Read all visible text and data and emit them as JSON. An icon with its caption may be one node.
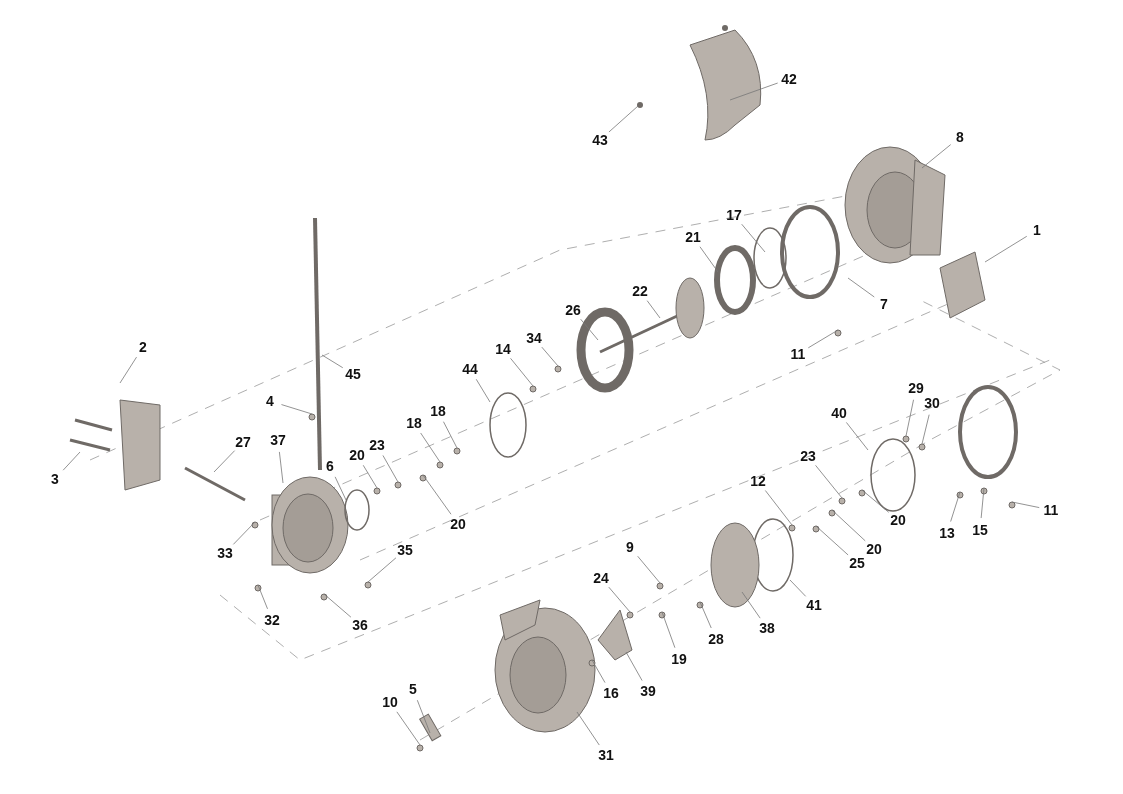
{
  "diagram": {
    "nodes": [
      {
        "text": [
          "42"
        ]
      },
      {
        "text": [
          "8"
        ]
      },
      {
        "text": [
          "43"
        ]
      },
      {
        "text": [
          "17"
        ]
      },
      {
        "text": [
          "1"
        ]
      },
      {
        "text": [
          "21"
        ]
      },
      {
        "text": [
          "22"
        ]
      },
      {
        "text": [
          "7"
        ]
      },
      {
        "text": [
          "26"
        ]
      },
      {
        "text": [
          "34"
        ]
      },
      {
        "text": [
          "2"
        ]
      },
      {
        "text": [
          "14"
        ]
      },
      {
        "text": [
          "11"
        ]
      },
      {
        "text": [
          "44"
        ]
      },
      {
        "text": [
          "45"
        ]
      },
      {
        "text": [
          "29"
        ]
      },
      {
        "text": [
          "4"
        ]
      },
      {
        "text": [
          "30"
        ]
      },
      {
        "text": [
          "18"
        ]
      },
      {
        "text": [
          "40"
        ]
      },
      {
        "text": [
          "18"
        ]
      },
      {
        "text": [
          "37"
        ]
      },
      {
        "text": [
          "27"
        ]
      },
      {
        "text": [
          "23"
        ]
      },
      {
        "text": [
          "20"
        ]
      },
      {
        "text": [
          "23"
        ]
      },
      {
        "text": [
          "6"
        ]
      },
      {
        "text": [
          "3"
        ]
      },
      {
        "text": [
          "12"
        ]
      },
      {
        "text": [
          "11"
        ]
      },
      {
        "text": [
          "20"
        ]
      },
      {
        "text": [
          "20"
        ]
      },
      {
        "text": [
          "15"
        ]
      },
      {
        "text": [
          "13"
        ]
      },
      {
        "text": [
          "9"
        ]
      },
      {
        "text": [
          "20"
        ]
      },
      {
        "text": [
          "35"
        ]
      },
      {
        "text": [
          "33"
        ]
      },
      {
        "text": [
          "25"
        ]
      },
      {
        "text": [
          "24"
        ]
      },
      {
        "text": [
          "41"
        ]
      },
      {
        "text": [
          "32"
        ]
      },
      {
        "text": [
          "36"
        ]
      },
      {
        "text": [
          "38"
        ]
      },
      {
        "text": [
          "28"
        ]
      },
      {
        "text": [
          "19"
        ]
      },
      {
        "text": [
          "5"
        ]
      },
      {
        "text": [
          "39"
        ]
      },
      {
        "text": [
          "16"
        ]
      },
      {
        "text": [
          "10"
        ]
      },
      {
        "text": [
          "31"
        ]
      }
    ],
    "edges": [
      {
        "from": 0,
        "to": null,
        "arrow": "none"
      },
      {
        "from": 1,
        "to": null,
        "arrow": "none"
      },
      {
        "from": 2,
        "to": null,
        "arrow": "none"
      },
      {
        "from": 3,
        "to": null,
        "arrow": "none"
      },
      {
        "from": 4,
        "to": null,
        "arrow": "none"
      },
      {
        "from": 5,
        "to": null,
        "arrow": "none"
      },
      {
        "from": 6,
        "to": null,
        "arrow": "none"
      },
      {
        "from": 7,
        "to": null,
        "arrow": "none"
      },
      {
        "from": 8,
        "to": null,
        "arrow": "none"
      },
      {
        "from": 9,
        "to": null,
        "arrow": "none"
      },
      {
        "from": 10,
        "to": null,
        "arrow": "none"
      },
      {
        "from": 11,
        "to": null,
        "arrow": "none"
      },
      {
        "from": 12,
        "to": null,
        "arrow": "none"
      },
      {
        "from": 13,
        "to": null,
        "arrow": "none"
      },
      {
        "from": 14,
        "to": null,
        "arrow": "none"
      },
      {
        "from": 15,
        "to": null,
        "arrow": "none"
      },
      {
        "from": 16,
        "to": null,
        "arrow": "none"
      },
      {
        "from": 17,
        "to": null,
        "arrow": "none"
      },
      {
        "from": 18,
        "to": null,
        "arrow": "none"
      },
      {
        "from": 19,
        "to": null,
        "arrow": "none"
      },
      {
        "from": 20,
        "to": null,
        "arrow": "none"
      },
      {
        "from": 21,
        "to": null,
        "arrow": "none"
      },
      {
        "from": 22,
        "to": null,
        "arrow": "none"
      },
      {
        "from": 23,
        "to": null,
        "arrow": "none"
      },
      {
        "from": 24,
        "to": null,
        "arrow": "none"
      },
      {
        "from": 25,
        "to": null,
        "arrow": "none"
      },
      {
        "from": 26,
        "to": null,
        "arrow": "none"
      },
      {
        "from": 27,
        "to": null,
        "arrow": "none"
      },
      {
        "from": 28,
        "to": null,
        "arrow": "none"
      },
      {
        "from": 29,
        "to": null,
        "arrow": "none"
      },
      {
        "from": 30,
        "to": null,
        "arrow": "none"
      },
      {
        "from": 31,
        "to": null,
        "arrow": "none"
      },
      {
        "from": 32,
        "to": null,
        "arrow": "none"
      },
      {
        "from": 33,
        "to": null,
        "arrow": "none"
      },
      {
        "from": 34,
        "to": null,
        "arrow": "none"
      },
      {
        "from": 35,
        "to": null,
        "arrow": "none"
      },
      {
        "from": 36,
        "to": null,
        "arrow": "none"
      },
      {
        "from": 37,
        "to": null,
        "arrow": "none"
      },
      {
        "from": 38,
        "to": null,
        "arrow": "none"
      },
      {
        "from": 39,
        "to": null,
        "arrow": "none"
      },
      {
        "from": 40,
        "to": null,
        "arrow": "none"
      },
      {
        "from": 41,
        "to": null,
        "arrow": "none"
      },
      {
        "from": 42,
        "to": null,
        "arrow": "none"
      },
      {
        "from": 43,
        "to": null,
        "arrow": "none"
      },
      {
        "from": 44,
        "to": null,
        "arrow": "none"
      },
      {
        "from": 45,
        "to": null,
        "arrow": "none"
      },
      {
        "from": 46,
        "to": null,
        "arrow": "none"
      },
      {
        "from": 47,
        "to": null,
        "arrow": "none"
      },
      {
        "from": 48,
        "to": null,
        "arrow": "none"
      },
      {
        "from": 49,
        "to": null,
        "arrow": "none"
      },
      {
        "from": 50,
        "to": null,
        "arrow": "none"
      }
    ]
  }
}
